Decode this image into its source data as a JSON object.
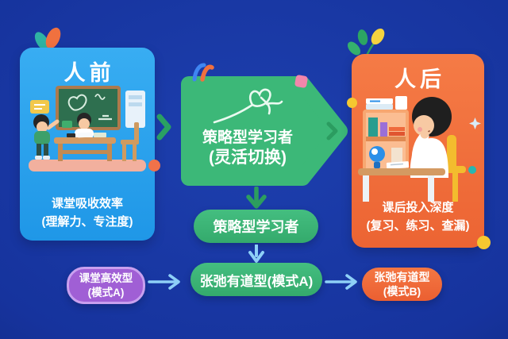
{
  "left_card": {
    "title": "人前",
    "caption_line1": "课堂吸收效率",
    "caption_line2": "(理解力、专注度)"
  },
  "center_arrow": {
    "line1": "策略型学习者",
    "line2": "(灵活切换)"
  },
  "right_card": {
    "title": "人后",
    "caption_line1": "课后投入深度",
    "caption_line2": "(复习、练习、查漏)"
  },
  "flow": {
    "strategic_pill": "策略型学习者",
    "mode_a_pill": "张弛有道型(模式A)",
    "efficient_pill_line1": "课堂高效型",
    "efficient_pill_line2": "(模式A)",
    "mode_b_pill_line1": "张弛有道型",
    "mode_b_pill_line2": "(模式B)"
  },
  "icons": {
    "center_icon": "heart-sketch-icon",
    "left_decor": "leaf-pair-icon",
    "right_decor": "plant-sprig-icon",
    "sparkle": "sparkle-icon"
  },
  "colors": {
    "background": "#16339d",
    "left_card_blue": "#2aa5ef",
    "green": "#3cb878",
    "orange": "#f06f3d",
    "purple": "#a05fd5",
    "purple_border": "#c9a0ef",
    "arrow_light_blue": "#8ed0f7",
    "arrow_green": "#2c9e5e",
    "pink_accent": "#f286ab",
    "yellow_accent": "#f5c830"
  }
}
